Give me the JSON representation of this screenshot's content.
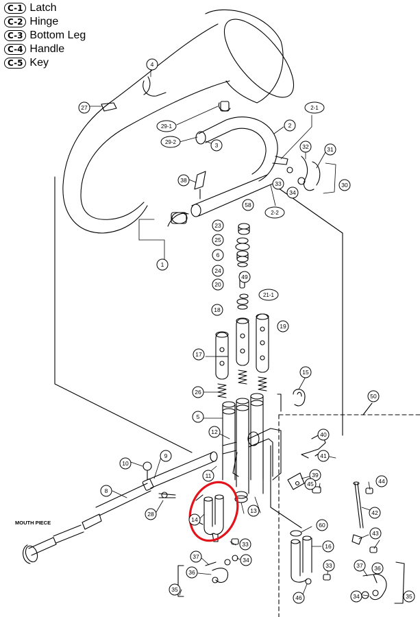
{
  "legend": [
    {
      "code": "C-1",
      "name": "Latch"
    },
    {
      "code": "C-2",
      "name": "Hinge"
    },
    {
      "code": "C-3",
      "name": "Bottom Leg"
    },
    {
      "code": "C-4",
      "name": "Handle"
    },
    {
      "code": "C-5",
      "name": "Key"
    }
  ],
  "callouts": [
    "4",
    "27",
    "29-1",
    "29-2",
    "3",
    "2",
    "2-1",
    "32",
    "31",
    "33",
    "34",
    "30",
    "38",
    "2-2",
    "58",
    "23",
    "25",
    "6",
    "24",
    "20",
    "49",
    "21-1",
    "18",
    "19",
    "17",
    "15",
    "26",
    "5",
    "12",
    "50",
    "40",
    "41",
    "10",
    "9",
    "11",
    "39",
    "44",
    "8",
    "45",
    "28",
    "14",
    "13",
    "42",
    "60",
    "43",
    "16",
    "33",
    "34",
    "37",
    "36",
    "35",
    "46",
    "33",
    "37",
    "36",
    "34",
    "35",
    "1"
  ],
  "labels": {
    "mouthpiece": "MOUTH PIECE"
  },
  "colors": {
    "line": "#000000",
    "highlight": "#e3131b",
    "background": "#ffffff"
  }
}
